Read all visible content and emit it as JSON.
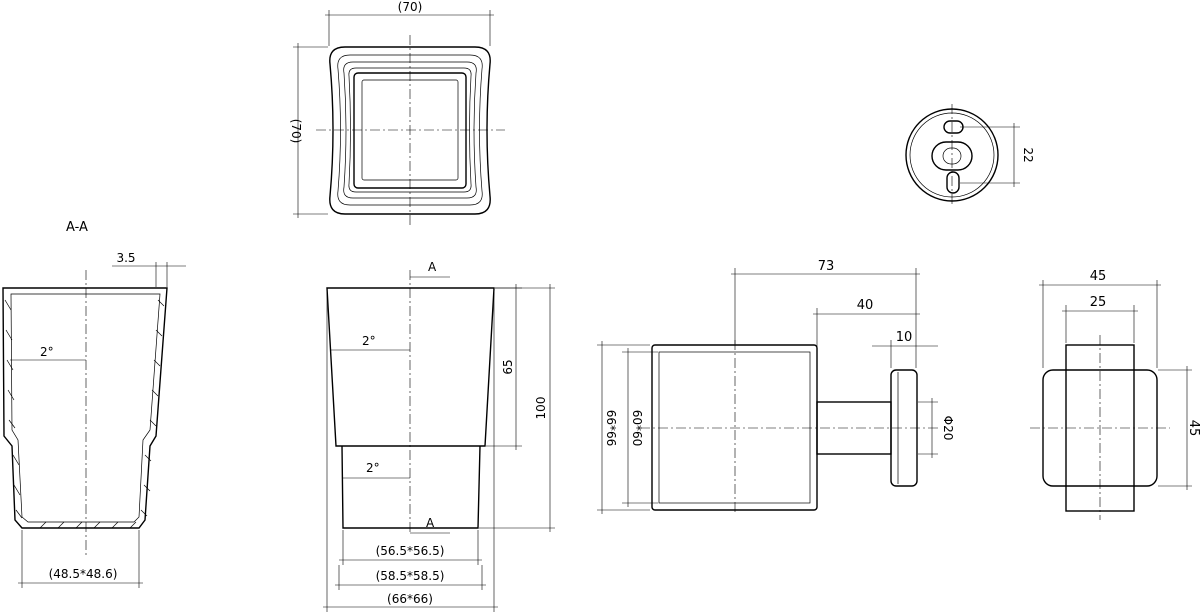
{
  "section_title": "A-A",
  "top_view": {
    "width": "(70)",
    "height": "(70)"
  },
  "section_view": {
    "wall": "3.5",
    "draft_angle": "2°",
    "bottom": "(48.5*48.6)"
  },
  "front_view": {
    "section_mark_top": "A",
    "section_mark_bottom": "A",
    "draft_upper": "2°",
    "draft_lower": "2°",
    "height_upper": "65",
    "height_total": "100",
    "dim_inner": "(56.5*56.5)",
    "dim_mid": "(58.5*58.5)",
    "dim_outer": "(66*66)"
  },
  "side_view": {
    "depth_total": "73",
    "depth_arm": "40",
    "base_thickness": "10",
    "base_diameter": "Φ20",
    "frame_outer": "66*66",
    "frame_inner": "60*60"
  },
  "end_view": {
    "width_outer": "45",
    "width_inner": "25",
    "height": "45"
  },
  "mount_detail": {
    "hole_spacing": "22"
  }
}
